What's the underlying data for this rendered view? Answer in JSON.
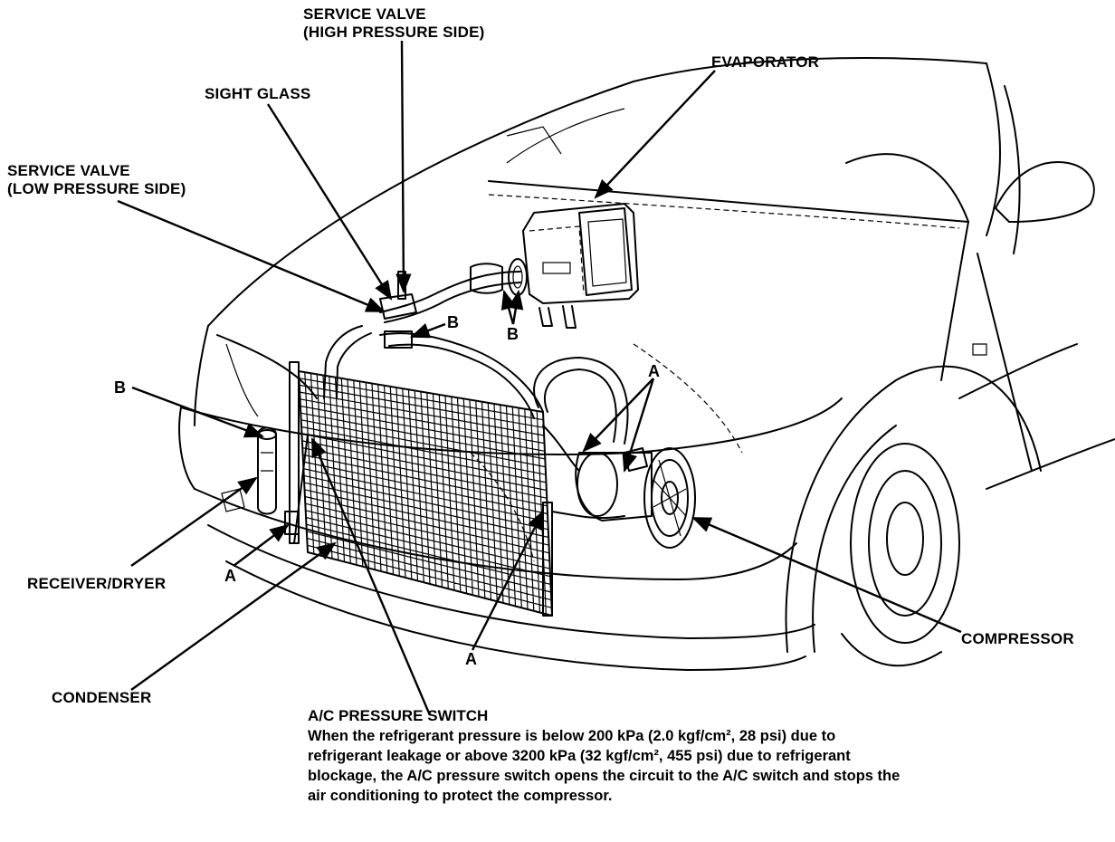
{
  "labels": {
    "service_valve_high": "SERVICE VALVE",
    "service_valve_high_sub": "(HIGH PRESSURE SIDE)",
    "sight_glass": "SIGHT GLASS",
    "evaporator": "EVAPORATOR",
    "service_valve_low": "SERVICE VALVE",
    "service_valve_low_sub": "(LOW PRESSURE SIDE)",
    "b_top": "B",
    "b_evap": "B",
    "b_left": "B",
    "a_right": "A",
    "a_left": "A",
    "a_bottom": "A",
    "receiver_dryer": "RECEIVER/DRYER",
    "condenser": "CONDENSER",
    "compressor": "COMPRESSOR"
  },
  "note": {
    "title": "A/C PRESSURE SWITCH",
    "body": "When the refrigerant pressure is below 200 kPa (2.0 kgf/cm², 28 psi) due to refrigerant leakage or above 3200 kPa (32 kgf/cm², 455 psi) due to refrigerant blockage, the A/C pressure switch opens the circuit to the A/C switch and stops the air conditioning to protect the compressor."
  }
}
